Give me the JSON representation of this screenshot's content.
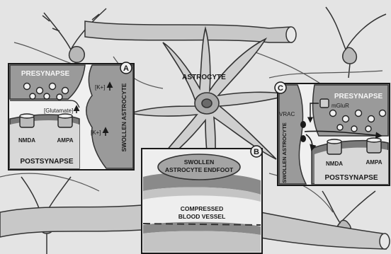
{
  "title": "",
  "center": {
    "label": "ASTROCYTE"
  },
  "panel_a": {
    "letter": "A",
    "presynapse": "PRESYNAPSE",
    "postsynapse": "POSTSYNAPSE",
    "k_upper": "[K+]",
    "k_lower": "[K+]",
    "glutamate": "[Glutamate]",
    "nmda": "NMDA",
    "ampa": "AMPA",
    "swollen": "SWOLLEN ASTROCYTE"
  },
  "panel_b": {
    "letter": "B",
    "endfoot_line1": "SWOLLEN",
    "endfoot_line2": "ASTROCYTE ENDFOOT",
    "vessel_line1": "COMPRESSED",
    "vessel_line2": "BLOOD VESSEL"
  },
  "panel_c": {
    "letter": "C",
    "presynapse": "PRESYNAPSE",
    "postsynapse": "POSTSYNAPSE",
    "mglur": "mGluR",
    "vrac": "VRAC",
    "nmda": "NMDA",
    "ampa": "AMPA",
    "swollen": "SWOLLEN ASTROCYTE"
  },
  "colors": {
    "background": "#e4e4e4",
    "ink": "#1a1a1a",
    "membrane": "#8a8a8a",
    "cytoplasm": "#bdbdbd",
    "light": "#f4f4f4"
  }
}
